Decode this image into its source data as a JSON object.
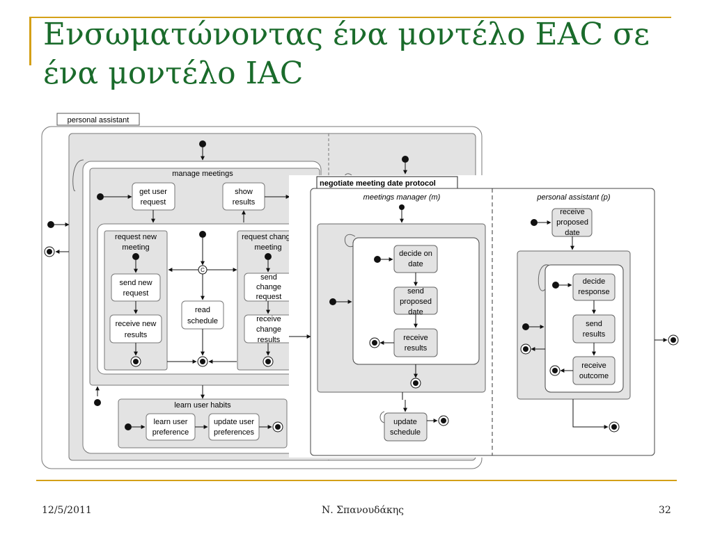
{
  "slide": {
    "title": "Ενσωματώνοντας ένα μοντέλο EAC σε ένα μοντέλο IAC",
    "date": "12/5/2011",
    "author": "Ν. Σπανουδάκης",
    "page": "32"
  },
  "left_diagram": {
    "tab": "personal assistant",
    "manage_meetings": "manage meetings",
    "get_user_request": [
      "get user",
      "request"
    ],
    "show_results": [
      "show",
      "results"
    ],
    "request_new_meeting": [
      "request new",
      "meeting"
    ],
    "request_change_meeting": [
      "request change",
      "meeting"
    ],
    "send_new_request": [
      "send new",
      "request"
    ],
    "receive_new_results": [
      "receive new",
      "results"
    ],
    "read_schedule": [
      "read",
      "schedule"
    ],
    "send_change_request": [
      "send",
      "change",
      "request"
    ],
    "receive_change_results": [
      "receive",
      "change",
      "results"
    ],
    "connector": "C",
    "learn_user_habits": "learn user habits",
    "learn_user_preference": [
      "learn user",
      "preference"
    ],
    "update_user_preferences": [
      "update user",
      "preferences"
    ]
  },
  "right_diagram": {
    "tab": "negotiate meeting date protocol",
    "meetings_manager": "meetings manager (m)",
    "personal_assistant": "personal assistant (p)",
    "decide_on_date": [
      "decide on",
      "date"
    ],
    "send_proposed_date": [
      "send",
      "proposed",
      "date"
    ],
    "receive_results": [
      "receive",
      "results"
    ],
    "update_schedule": [
      "update",
      "schedule"
    ],
    "receive_proposed_date": [
      "receive",
      "proposed",
      "date"
    ],
    "decide_response": [
      "decide",
      "response"
    ],
    "send_results": [
      "send",
      "results"
    ],
    "receive_outcome": [
      "receive",
      "outcome"
    ]
  }
}
